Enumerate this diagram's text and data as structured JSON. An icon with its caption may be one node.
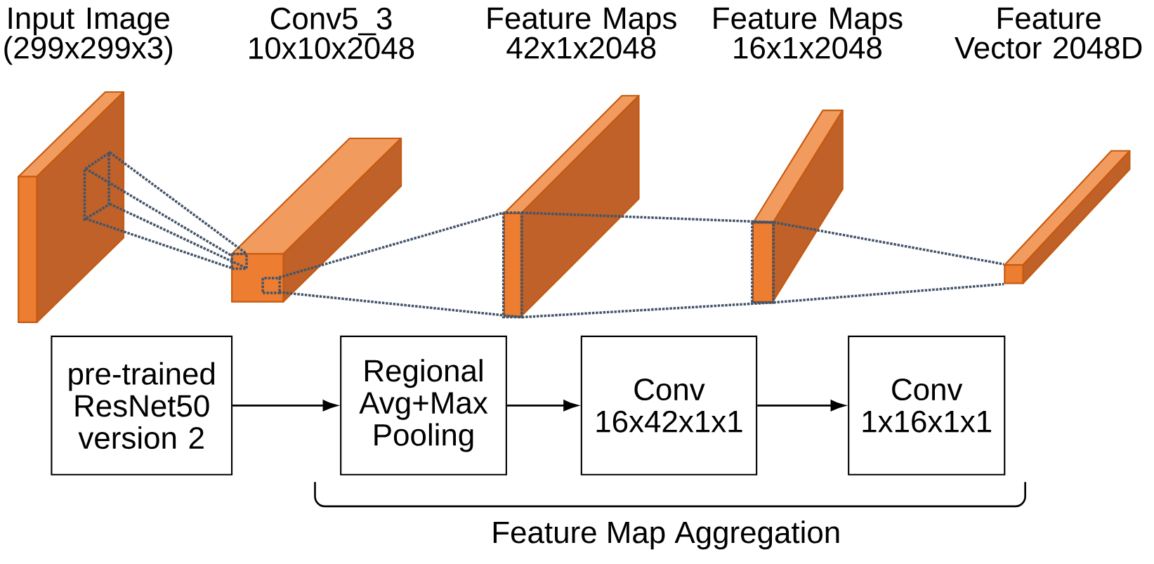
{
  "diagram": {
    "nodes": [
      {
        "text": [
          "Input Image (299x299x3)"
        ]
      },
      {
        "text": [
          "Conv5_3 10x10x2048"
        ]
      },
      {
        "text": [
          "Feature Maps 42x1x2048"
        ]
      },
      {
        "text": [
          "Feature Maps 16x1x2048"
        ]
      },
      {
        "text": [
          "Feature Vector 2048D"
        ]
      },
      {
        "text": [
          "pre-trained ResNet50 version 2"
        ]
      },
      {
        "text": [
          "Regional Avg+Max Pooling"
        ]
      },
      {
        "text": [
          "Conv 16x42x1x1"
        ]
      },
      {
        "text": [
          "Conv 1x16x1x1"
        ]
      }
    ],
    "edges": [
      {
        "from": 0,
        "to": 1,
        "arrow": "none",
        "style": "dashed"
      },
      {
        "from": 0,
        "to": 1,
        "arrow": "none",
        "style": "dashed"
      },
      {
        "from": 0,
        "to": 1,
        "arrow": "none",
        "style": "dashed"
      },
      {
        "from": 0,
        "to": 1,
        "arrow": "none",
        "style": "dashed"
      },
      {
        "from": 1,
        "to": 2,
        "arrow": "none",
        "style": "dashed"
      },
      {
        "from": 1,
        "to": 2,
        "arrow": "none",
        "style": "dashed"
      },
      {
        "from": 2,
        "to": 3,
        "arrow": "none",
        "style": "dashed"
      },
      {
        "from": 2,
        "to": 3,
        "arrow": "none",
        "style": "dashed"
      },
      {
        "from": 3,
        "to": 4,
        "arrow": "none",
        "style": "dashed"
      },
      {
        "from": 3,
        "to": 4,
        "arrow": "none",
        "style": "dashed"
      },
      {
        "from": 5,
        "to": 6,
        "arrow": "to",
        "color": "#000000"
      },
      {
        "from": 6,
        "to": 7,
        "arrow": "to",
        "color": "#000000"
      },
      {
        "from": 7,
        "to": 8,
        "arrow": "to",
        "color": "#000000"
      }
    ],
    "labels": [
      "Feature Map Aggregation"
    ]
  }
}
